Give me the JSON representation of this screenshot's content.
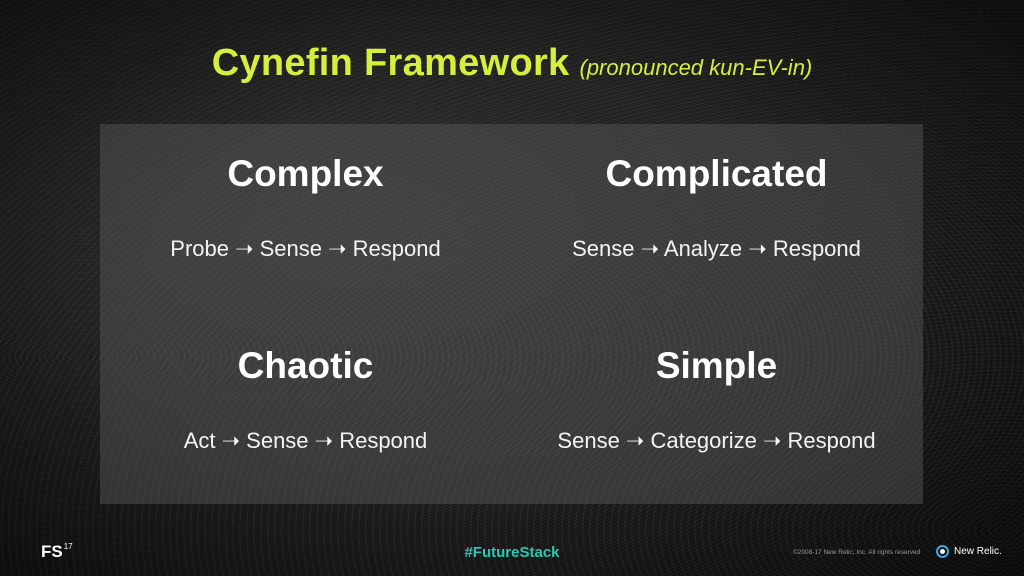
{
  "title": {
    "main": "Cynefin Framework",
    "pronunciation": "(pronounced  kun-EV-in)"
  },
  "quadrants": [
    {
      "heading": "Complex",
      "steps": "Probe ➝ Sense ➝ Respond"
    },
    {
      "heading": "Complicated",
      "steps": "Sense ➝ Analyze ➝ Respond"
    },
    {
      "heading": "Chaotic",
      "steps": "Act ➝ Sense ➝ Respond"
    },
    {
      "heading": "Simple",
      "steps": "Sense ➝ Categorize ➝ Respond"
    }
  ],
  "footer": {
    "logo": "FS",
    "logo_sup": "17",
    "hashtag": "#FutureStack",
    "copyright": "©2008-17 New Relic, Inc. All rights reserved",
    "brand": "New Relic."
  },
  "colors": {
    "accent": "#d6ee3c",
    "hashtag": "#30c6b4"
  }
}
